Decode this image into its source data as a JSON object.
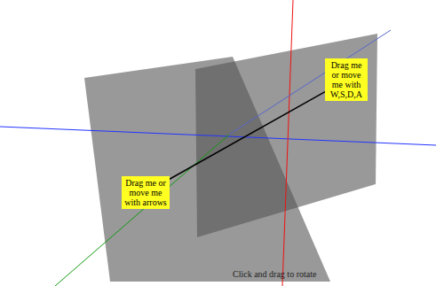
{
  "diagram": {
    "nodes": [
      {
        "text": [
          "Drag me or move me with W,S,D,A"
        ]
      },
      {
        "text": [
          "Drag me or move me with arrows"
        ]
      }
    ],
    "edges": [
      {
        "from": 1,
        "to": 0,
        "arrow": "none"
      }
    ],
    "labels": [
      "Click and drag to rotate"
    ]
  }
}
